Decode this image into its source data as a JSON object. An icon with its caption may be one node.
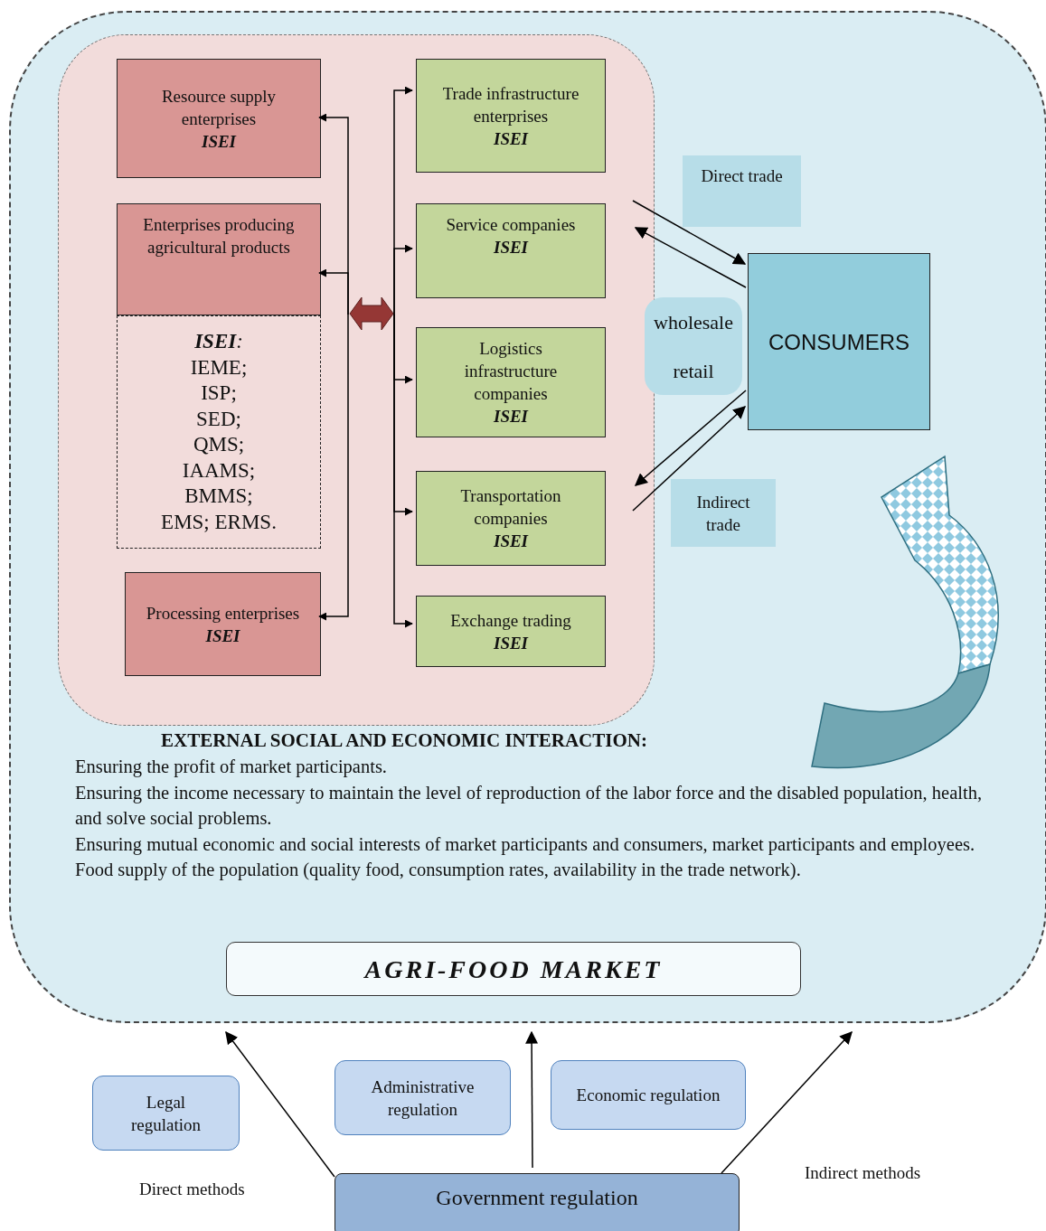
{
  "diagram": {
    "nodes": [
      {
        "text": [],
        "shape": "box"
      },
      {
        "text": [],
        "shape": "box",
        "in": 0
      },
      {
        "text": [
          "Resource supply enterprises",
          "ISEI"
        ],
        "in": 1
      },
      {
        "text": [
          "Enterprises producing agricultural products"
        ],
        "in": 1
      },
      {
        "text": [
          "**ISEI**:",
          "IEME;",
          "ISP;",
          "SED;",
          "QMS;",
          "IAAMS;",
          "BMMS;",
          "EMS; ERMS."
        ],
        "in": 1
      },
      {
        "text": [
          "Processing enterprises",
          "ISEI"
        ],
        "in": 1
      },
      {
        "text": [
          "Trade infrastructure enterprises",
          "ISEI"
        ],
        "in": 1
      },
      {
        "text": [
          "Service companies",
          "ISEI"
        ],
        "in": 1
      },
      {
        "text": [
          "Logistics infrastructure companies",
          "ISEI"
        ],
        "in": 1
      },
      {
        "text": [
          "Transportation companies",
          "ISEI"
        ],
        "in": 1
      },
      {
        "text": [
          "Exchange trading",
          "ISEI"
        ],
        "in": 1
      },
      {
        "text": [
          "Direct trade"
        ],
        "in": 0
      },
      {
        "text": [
          "wholesale",
          "retail"
        ],
        "in": 0
      },
      {
        "text": [
          "CONSUMERS"
        ],
        "in": 0
      },
      {
        "text": [
          "Indirect trade"
        ],
        "in": 0
      },
      {
        "text": [
          "AGRI-FOOD MARKET"
        ],
        "in": 0
      },
      {
        "text": [
          "Legal regulation"
        ]
      },
      {
        "text": [
          "Administrative regulation"
        ]
      },
      {
        "text": [
          "Economic regulation"
        ]
      },
      {
        "text": [
          "Government regulation"
        ]
      }
    ],
    "edges": [
      {
        "from": null,
        "to": 2,
        "arrow": "to"
      },
      {
        "from": null,
        "to": 3,
        "arrow": "to"
      },
      {
        "from": null,
        "to": 5,
        "arrow": "to"
      },
      {
        "from": null,
        "to": 6,
        "arrow": "to"
      },
      {
        "from": null,
        "to": 7,
        "arrow": "to"
      },
      {
        "from": null,
        "to": 8,
        "arrow": "to"
      },
      {
        "from": null,
        "to": 9,
        "arrow": "to"
      },
      {
        "from": null,
        "to": 10,
        "arrow": "to"
      },
      {
        "from": 1,
        "to": 13,
        "arrow": "to"
      },
      {
        "from": 13,
        "to": 1,
        "arrow": "to"
      },
      {
        "from": 13,
        "to": 1,
        "arrow": "to"
      },
      {
        "from": 1,
        "to": 13,
        "arrow": "to"
      },
      {
        "from": 19,
        "to": 0,
        "arrow": "to"
      },
      {
        "from": 19,
        "to": 0,
        "arrow": "to"
      },
      {
        "from": 19,
        "to": 0,
        "arrow": "to"
      },
      {
        "from": 3,
        "to": 8,
        "arrow": "both",
        "style": "thick",
        "color": "#953735"
      }
    ],
    "labels": [
      "EXTERNAL SOCIAL AND ECONOMIC INTERACTION:",
      "Ensuring the profit of market participants.",
      "Ensuring the income necessary to maintain the level of reproduction of the labor force and the disabled population, health, and solve social problems.",
      "Ensuring mutual economic and social interests of market participants and consumers, market participants and employees.",
      "Food supply of the population (quality food, consumption rates, availability in the trade network).",
      "Direct methods",
      "Indirect methods"
    ]
  }
}
